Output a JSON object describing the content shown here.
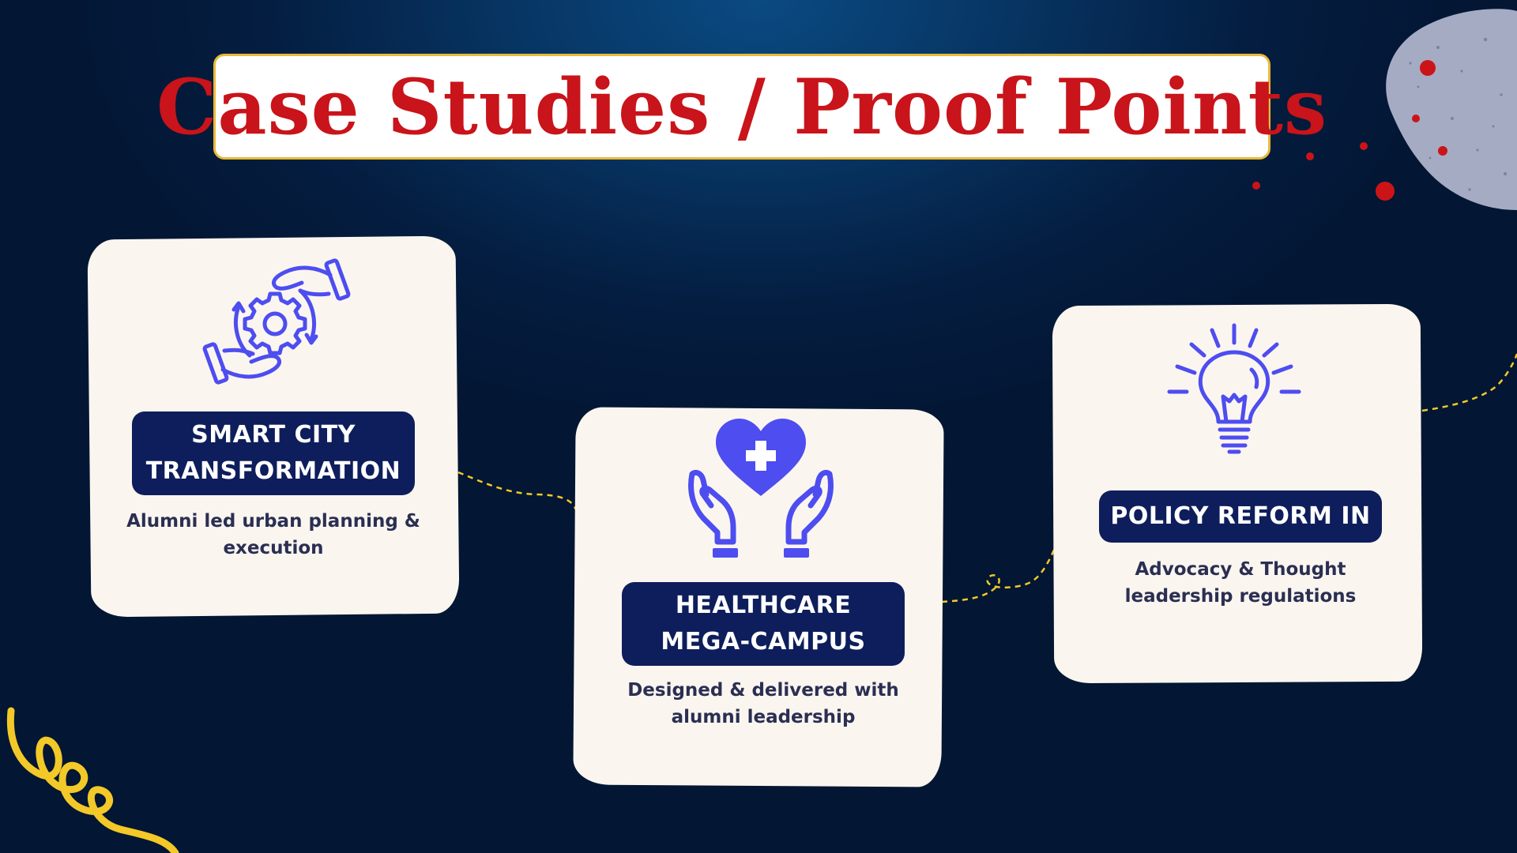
{
  "title": "Case Studies / Proof Points",
  "colors": {
    "background": "#041d40",
    "title_text": "#c8141a",
    "title_border": "#e8b93a",
    "card_background": "#fbf5f0",
    "label_background": "#0e1e5c",
    "icon_color": "#4d4df0",
    "accent_dots": "#cc1418",
    "connector": "#f2c928",
    "blob": "#a6abc4"
  },
  "cards": [
    {
      "icon": "gear-hands-icon",
      "label_line1": "SMART CITY",
      "label_line2": "TRANSFORMATION",
      "desc_line1": "Alumni led urban planning &",
      "desc_line2": "execution"
    },
    {
      "icon": "heart-hands-icon",
      "label_line1": "HEALTHCARE",
      "label_line2": "MEGA-CAMPUS",
      "desc_line1": "Designed & delivered with",
      "desc_line2": "alumni leadership"
    },
    {
      "icon": "lightbulb-icon",
      "label_line1": "POLICY REFORM IN",
      "desc_line1": "Advocacy & Thought",
      "desc_line2": "leadership regulations"
    }
  ]
}
